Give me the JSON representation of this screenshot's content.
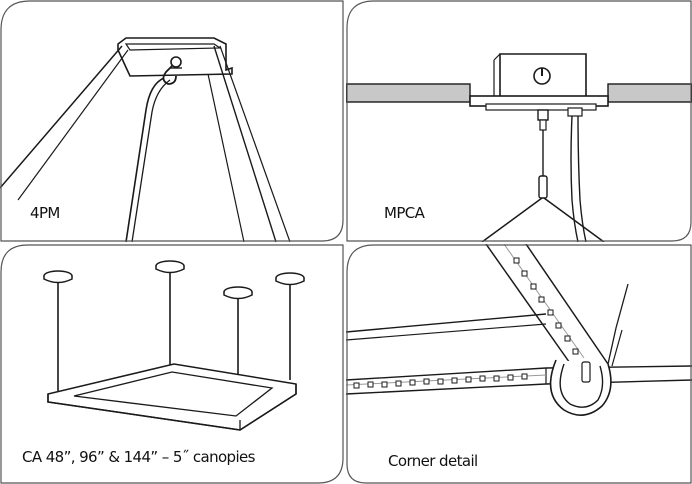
{
  "panels": [
    {
      "caption": "4PM"
    },
    {
      "caption": "MPCA"
    },
    {
      "caption": "CA 48”, 96” & 144” – 5˝ canopies"
    },
    {
      "caption": "Corner detail"
    }
  ],
  "colors": {
    "line": "#1a1a1a",
    "ceiling": "#c8c8c8",
    "frame": "#9a9a9a"
  }
}
